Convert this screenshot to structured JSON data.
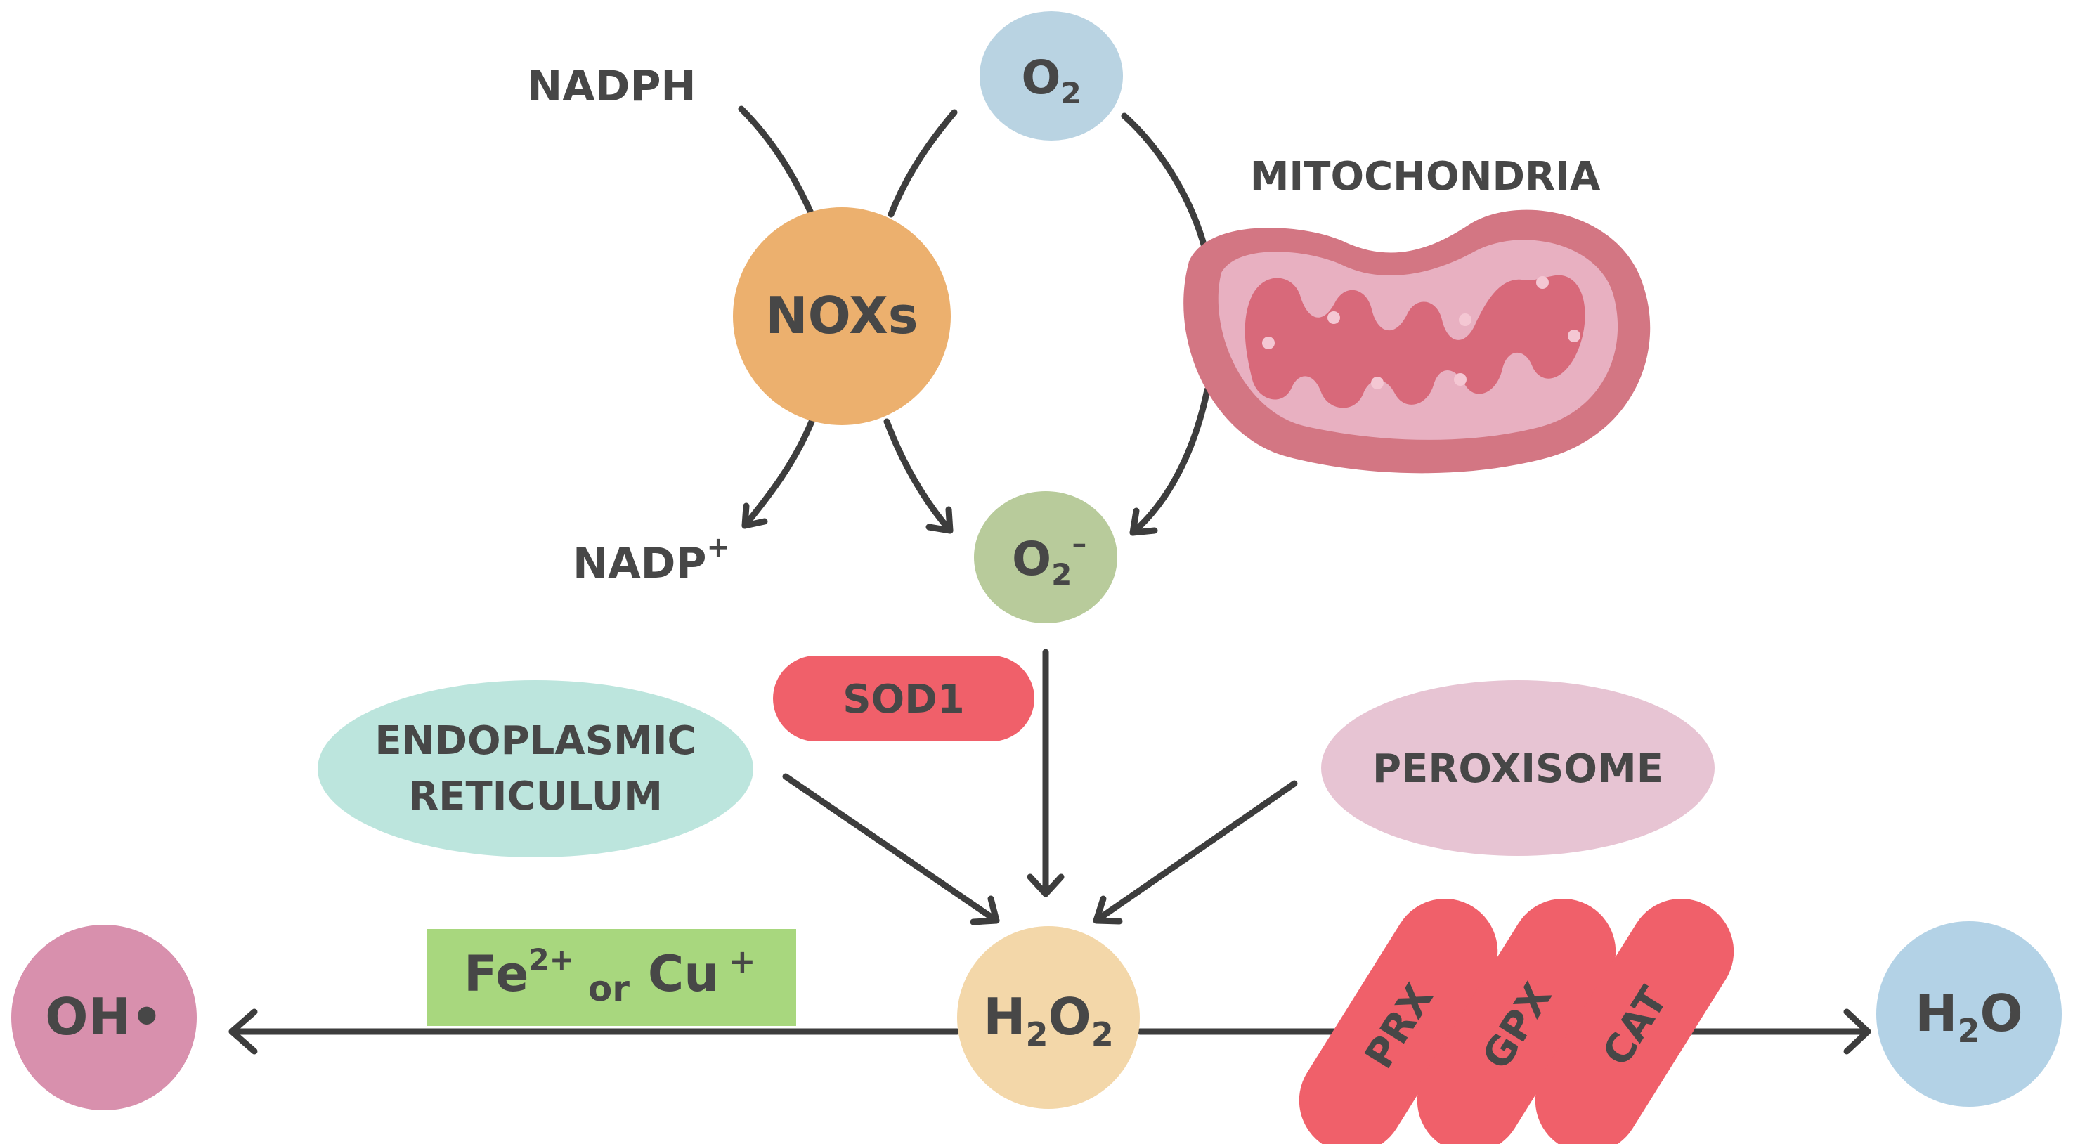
{
  "nodes": {
    "nadph": "NADPH",
    "o2": {
      "base": "O",
      "sub": "2"
    },
    "mitochondria": "MITOCHONDRIA",
    "noxs": "NOXs",
    "nadp": {
      "base": "NADP",
      "sup": "+"
    },
    "superoxide": {
      "base": "O",
      "sub": "2",
      "sup": "–"
    },
    "sod1": "SOD1",
    "er": {
      "line1": "ENDOPLASMIC",
      "line2": "RETICULUM"
    },
    "peroxisome": "PEROXISOME",
    "h2o2": {
      "a": "H",
      "sub1": "2",
      "b": "O",
      "sub2": "2"
    },
    "oh": {
      "base": "OH",
      "dot": "•"
    },
    "metal": {
      "fe": "Fe",
      "fe_sup": "2+",
      "or": "or",
      "cu": "Cu",
      "cu_sup": "+"
    },
    "prx": "PRX",
    "gpx": "GPX",
    "cat": "CAT",
    "h2o": {
      "a": "H",
      "sub": "2",
      "b": "O"
    }
  },
  "colors": {
    "text": "#474747",
    "arrow": "#3d3d3d",
    "o2": "#b9d3e2",
    "noxs": "#ecb06e",
    "superoxide": "#b8cb9b",
    "sod1": "#f0606a",
    "er": "#bce5dd",
    "peroxisome": "#e7c4d3",
    "h2o2": "#f3d7a9",
    "oh": "#d890ad",
    "metal": "#a8d77e",
    "enzymes": "#f0606a",
    "h2o": "#b3d2e6",
    "mito_outer": "#d37683",
    "mito_inner": "#e8b0c1",
    "mito_cristae": "#d8697a"
  }
}
